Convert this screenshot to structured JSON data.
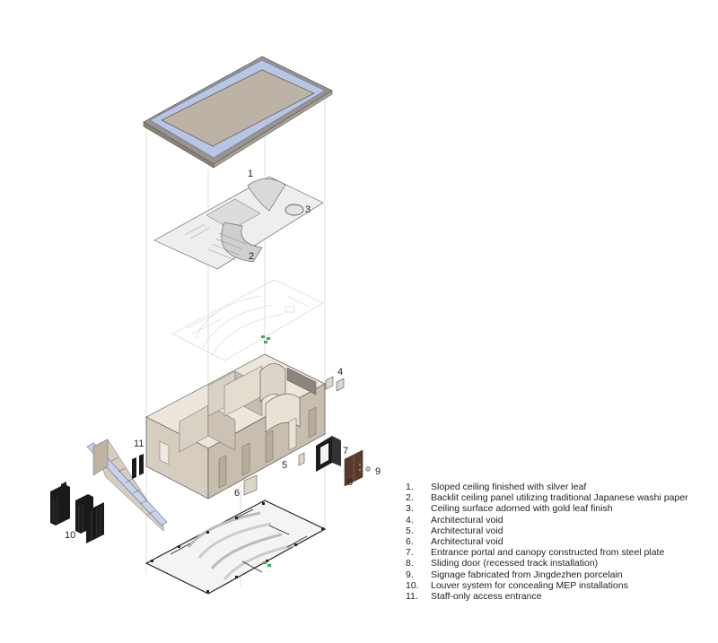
{
  "callouts": [
    "1",
    "2",
    "3",
    "4",
    "5",
    "6",
    "7",
    "8",
    "9",
    "10",
    "11"
  ],
  "legend": [
    {
      "num": "1.",
      "text": "Sloped ceiling finished with silver leaf"
    },
    {
      "num": "2.",
      "text": "Backlit ceiling panel utilizing traditional Japanese washi paper"
    },
    {
      "num": "3.",
      "text": "Ceiling surface adorned with gold leaf finish"
    },
    {
      "num": "4.",
      "text": "Architectural void"
    },
    {
      "num": "5.",
      "text": "Architectural void"
    },
    {
      "num": "6.",
      "text": "Architectural void"
    },
    {
      "num": "7.",
      "text": "Entrance portal and canopy constructed from steel plate"
    },
    {
      "num": "8.",
      "text": "Sliding door (recessed track installation)"
    },
    {
      "num": "9.",
      "text": "Signage fabricated from Jingdezhen porcelain"
    },
    {
      "num": "10.",
      "text": "Louver system for concealing MEP installations"
    },
    {
      "num": "11.",
      "text": "Staff-only access entrance"
    }
  ],
  "colors": {
    "roof_frame": "#b8c6e6",
    "roof_deck": "#bdb2a6",
    "wall": "#d6cdbf",
    "wall_dark": "#bfb4a4",
    "louver": "#1a1a1a",
    "portal": "#1c1c1c",
    "door": "#5a3b2b",
    "accent_green": "#33b05a"
  }
}
